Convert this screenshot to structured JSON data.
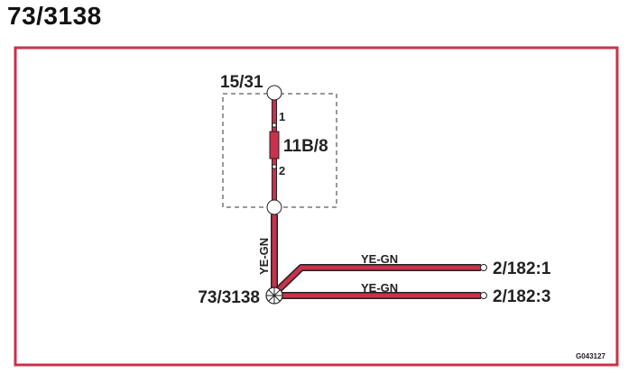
{
  "page_title": "73/3138",
  "colors": {
    "frame": "#c8324b",
    "wire_fill": "#c8324b",
    "wire_outline": "#222222",
    "text": "#222222"
  },
  "diagram": {
    "connector_top": "15/31",
    "pin_top": "1",
    "pin_bottom": "2",
    "fuse": "11B/8",
    "splice": "73/3138",
    "wire_vertical_color": "YE-GN",
    "wire_upper_color": "YE-GN",
    "wire_lower_color": "YE-GN",
    "terminal_upper": "2/182:1",
    "terminal_lower": "2/182:3",
    "image_code": "G043127"
  }
}
